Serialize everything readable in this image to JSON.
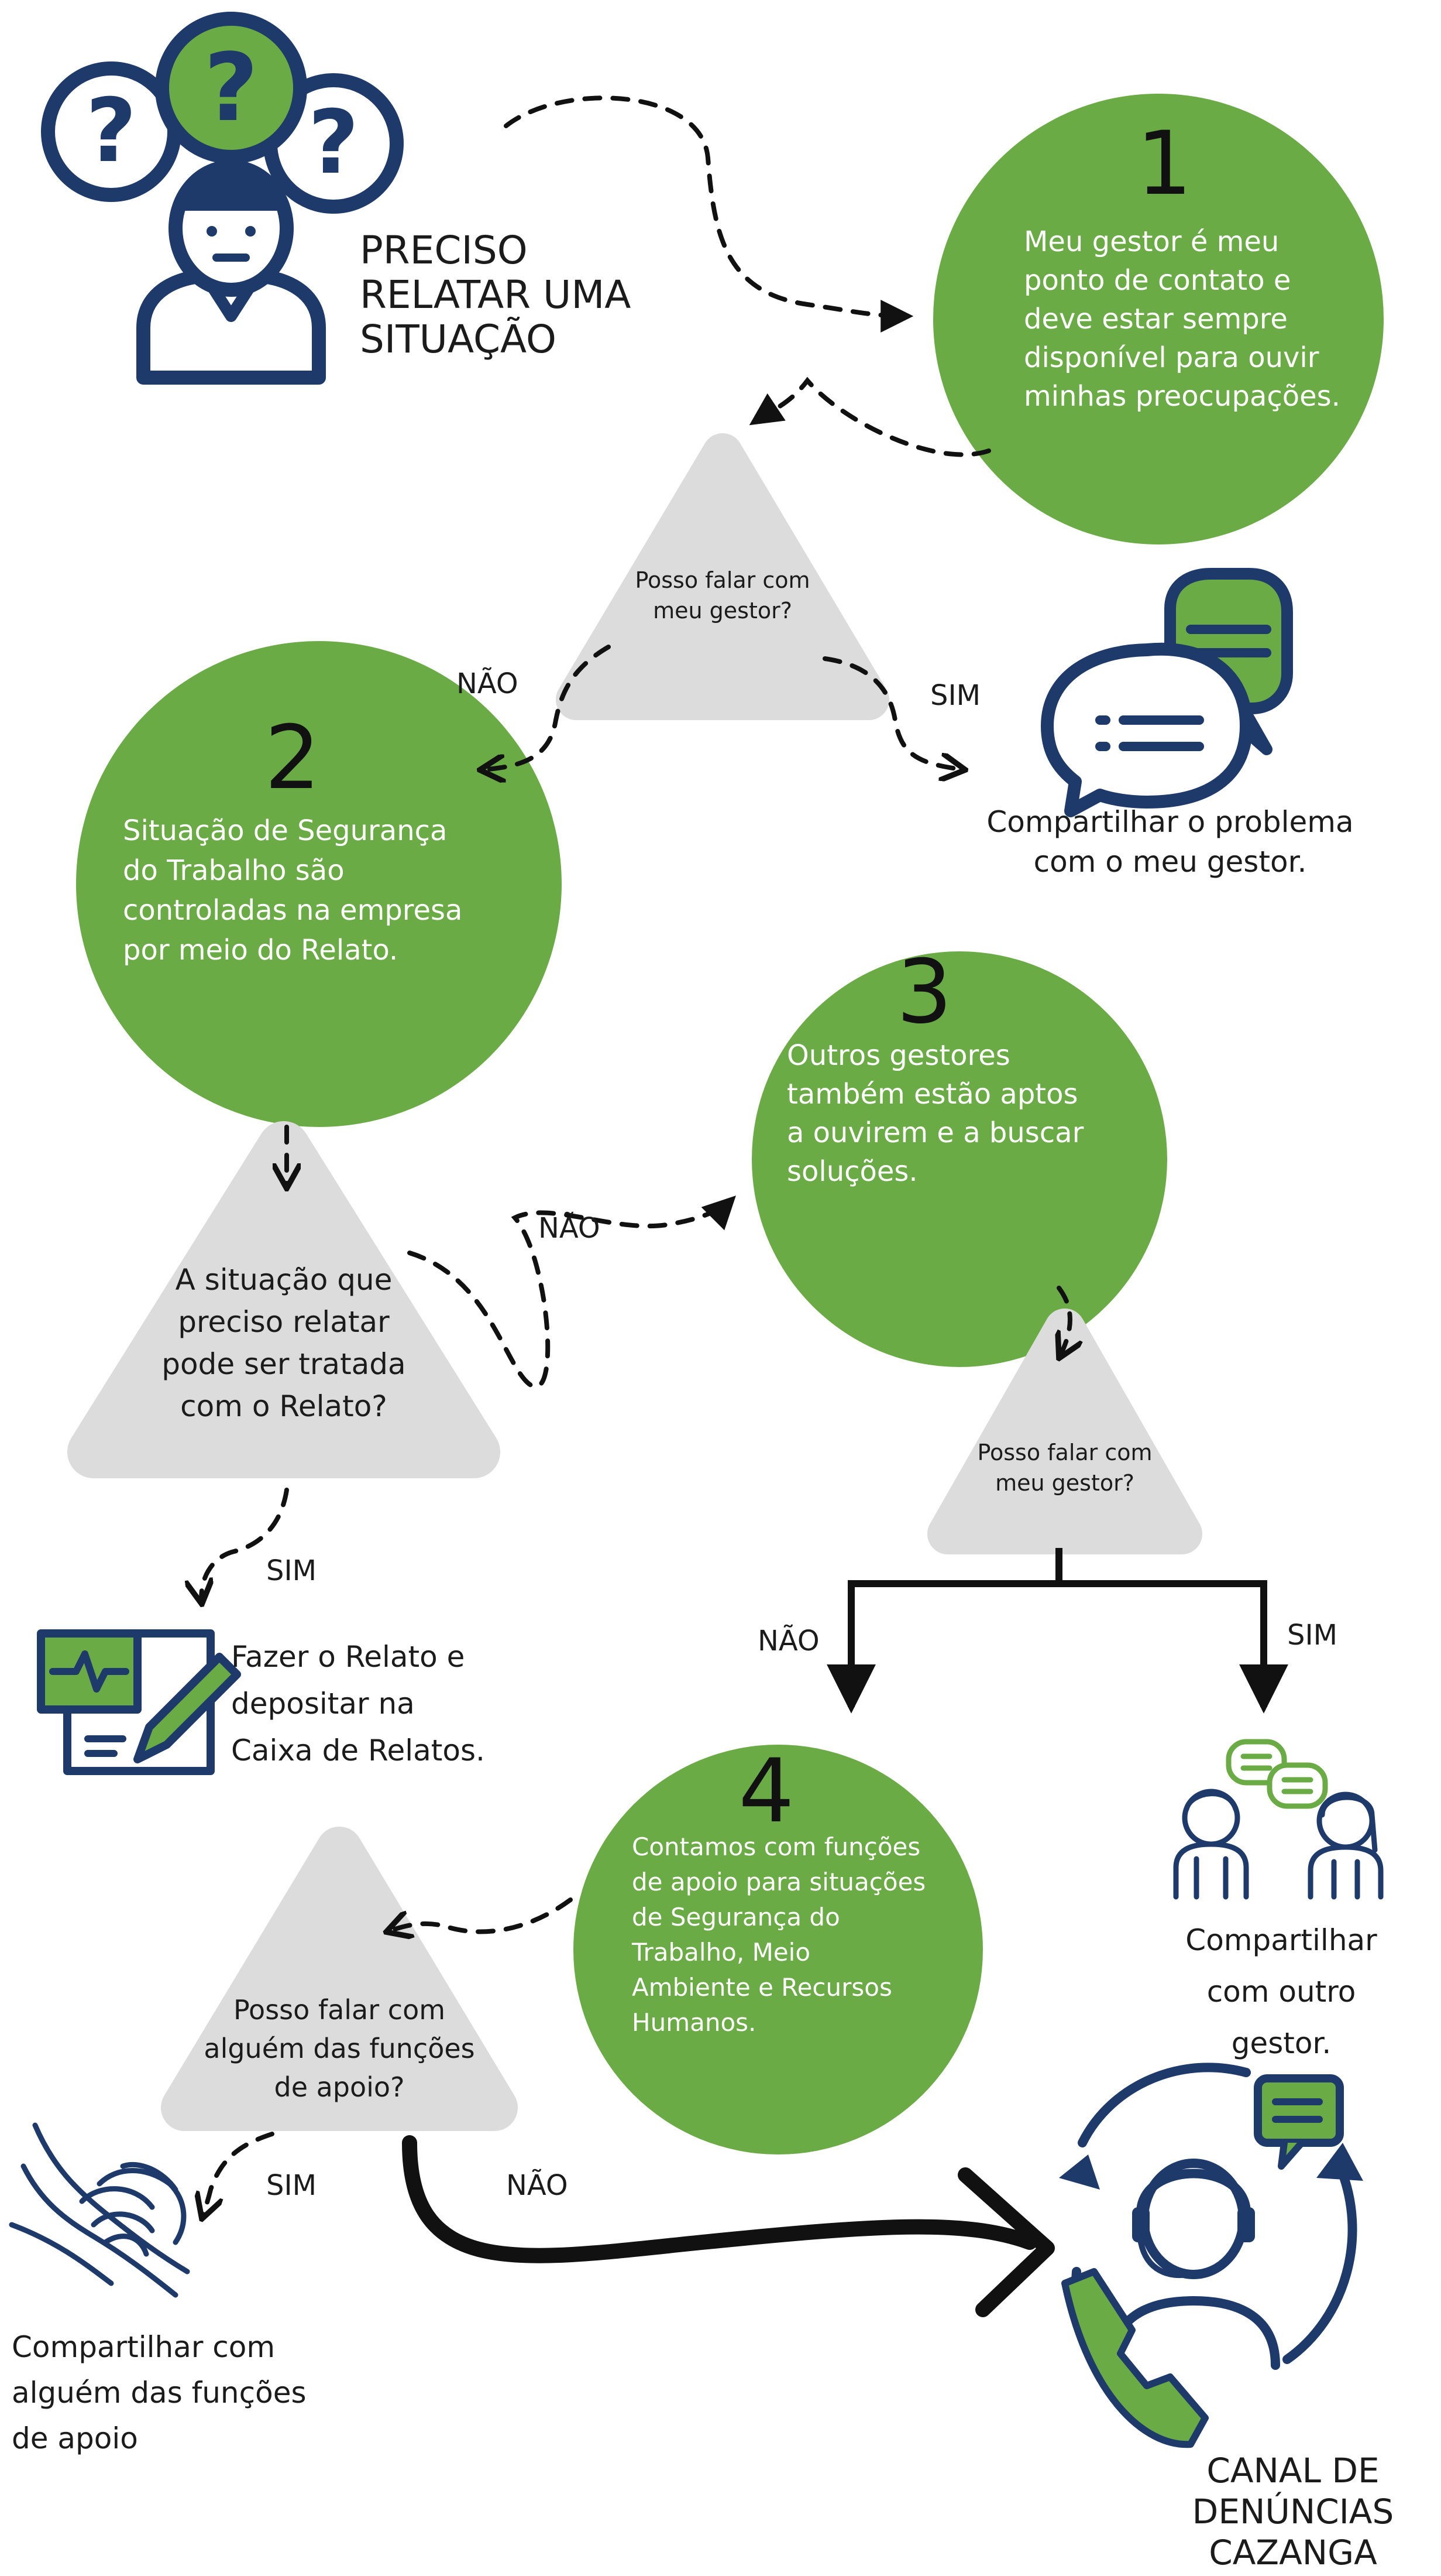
{
  "colors": {
    "green": "#6aab45",
    "gray": "#dcdcdc",
    "navy": "#1d3a6b",
    "black": "#111111"
  },
  "header": {
    "lines": [
      "PRECISO",
      "RELATAR UMA",
      "SITUAÇÃO"
    ]
  },
  "steps": [
    {
      "number": "1",
      "lines": [
        "Meu gestor é meu",
        "ponto de contato e",
        "deve estar sempre",
        "disponível para ouvir",
        "minhas preocupações."
      ]
    },
    {
      "number": "2",
      "lines": [
        "Situação de Segurança",
        "do Trabalho são",
        "controladas na empresa",
        "por meio do Relato."
      ]
    },
    {
      "number": "3",
      "lines": [
        "Outros gestores",
        "também estão aptos",
        "a ouvirem e a buscar",
        "soluções."
      ]
    },
    {
      "number": "4",
      "lines": [
        "Contamos com funções",
        "de apoio para situações",
        "de Segurança do",
        "Trabalho, Meio",
        "Ambiente e Recursos",
        "Humanos."
      ]
    }
  ],
  "decisions": [
    {
      "lines": [
        "Posso falar com",
        "meu gestor?"
      ]
    },
    {
      "lines": [
        "A situação que",
        "preciso relatar",
        "pode ser tratada",
        "com o Relato?"
      ]
    },
    {
      "lines": [
        "Posso falar com",
        "meu gestor?"
      ]
    },
    {
      "lines": [
        "Posso falar com",
        "alguém das funções",
        "de apoio?"
      ]
    }
  ],
  "branch_labels": {
    "nao": "NÃO",
    "sim": "SIM"
  },
  "outcomes": {
    "share_manager": [
      "Compartilhar o problema",
      "com o meu gestor."
    ],
    "relato": [
      "Fazer o Relato e",
      "depositar na",
      "Caixa de Relatos."
    ],
    "other_manager": [
      "Compartilhar",
      "com outro",
      "gestor."
    ],
    "support": [
      "Compartilhar com",
      "alguém das funções",
      "de apoio"
    ],
    "channel": [
      "CANAL DE",
      "DENÚNCIAS",
      "CAZANGA"
    ]
  },
  "icons": {
    "person_question": "person-with-question-marks-icon",
    "chat": "chat-bubbles-icon",
    "report": "report-form-with-pen-icon",
    "conversation": "two-people-conversation-icon",
    "handshake": "holding-hands-icon",
    "hotline": "hotline-operator-icon"
  }
}
